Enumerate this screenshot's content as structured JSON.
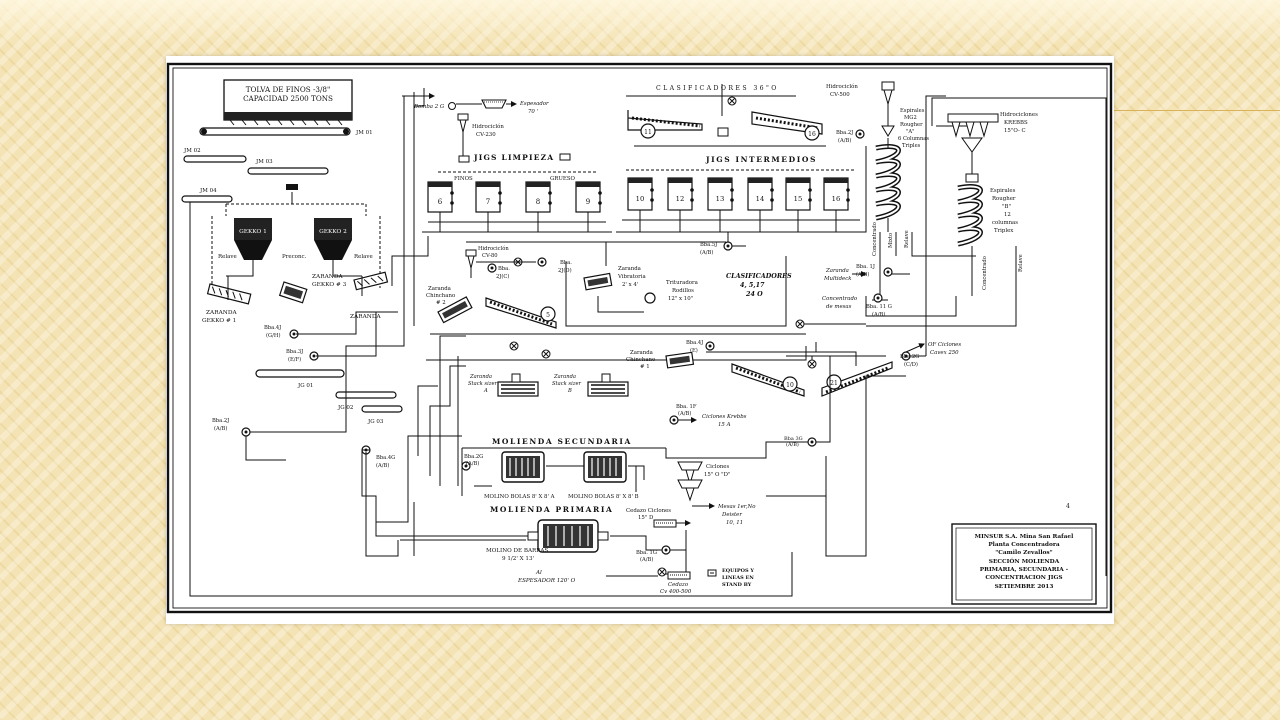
{
  "colors": {
    "background": "#f4e3b4",
    "ink": "#111111",
    "paper": "#ffffff"
  },
  "flowsheet": {
    "hopper": {
      "line1": "TOLVA DE FINOS -3/8\"",
      "line2": "CAPACIDAD 2500 TONS"
    },
    "conveyors": {
      "jm01": "JM 01",
      "jm02": "JM 02",
      "jm03": "JM 03",
      "jm04": "JM 04",
      "jg01": "JG 01",
      "jg02": "JG 02",
      "jg03": "JG 03"
    },
    "gekko": {
      "unit1": "GEKKO 1",
      "unit2": "GEKKO 2",
      "relave_left": "Relave",
      "relave_right": "Relave",
      "preconc": "Preconc.",
      "zaranda1_line1": "ZARANDA",
      "zaranda1_line2": "GEKKO # 1",
      "zaranda3_line1": "ZARANDA",
      "zaranda3_line2": "GEKKO # 3",
      "zaranda_bottom": "ZARANDA"
    },
    "pumps": {
      "bomba2g": "Bomba 2 G",
      "bba4j": "Bba.4J",
      "bba4j_sub": "(G/H)",
      "bba3j": "Bba.3J",
      "bba3j_sub": "(E/F)",
      "bba2j": "Bba.2J",
      "bba2j_sub": "(A/B)",
      "bba4g": "Bba.4G",
      "bba4g_sub": "(A/B)",
      "bba2g_mol": "Bba.2G",
      "bba2g_mol_sub": "(A/B)",
      "bba2j_c": "Bba.",
      "bba2j_c_sub": "2J(C)",
      "bba2j_d": "Bba.",
      "bba2j_d_sub": "2J(D)",
      "bba5j": "Bba.5J",
      "bba5j_sub": "(A/B)",
      "bba4j_e": "Bba.4J",
      "bba4j_e_sub": "(E)",
      "bba1f": "Bba. 1F",
      "bba1f_sub": "(A/B)",
      "bba3g": "Bba 3G",
      "bba3g_sub": "(A/B)",
      "bba1g": "Bba. 1G",
      "bba1g_sub": "(A/B)",
      "bba2g_cd": "Bba.2G",
      "bba2g_cd_sub": "(C/D)",
      "bba2j_ab": "Bba.2J",
      "bba2j_ab_sub": "(A/B)",
      "bba1j": "Bba. 1J",
      "bba1j_sub": "(A/B)",
      "bba11g": "Bba. 11 G",
      "bba11g_sub": "(A/B)"
    },
    "thickener": {
      "line1": "Espesador",
      "line2": "70 '"
    },
    "hydrocyclones": {
      "cv230_l1": "Hidrociclón",
      "cv230_l2": "CV-230",
      "cv500_l1": "Hidrociclón",
      "cv500_l2": "CV-500",
      "cv80_l1": "Hidrociclón",
      "cv80_l2": "CV-80"
    },
    "jigs_limpieza": {
      "title": "JIGS LIMPIEZA",
      "finos": "FINOS",
      "grueso": "GRUESO",
      "units": [
        "6",
        "7",
        "8",
        "9"
      ]
    },
    "jigs_intermedios": {
      "title": "JIGS INTERMEDIOS",
      "units": [
        "10",
        "12",
        "13",
        "14",
        "15",
        "16"
      ]
    },
    "clasificadores": {
      "title": "CLASIFICADORES 36\"O",
      "left": "11",
      "right": "16"
    },
    "clasificadores_label": {
      "line1": "CLASIFICADORES",
      "line2": "4, 5,17",
      "line3": "24 O"
    },
    "espirales_mg2": {
      "line1": "Espirales",
      "line2": "MG2",
      "line3": "Rougher",
      "line4": "\"A\"",
      "line5": "6 Columnas",
      "line6": "Triples"
    },
    "espirales_b": {
      "line1": "Espirales",
      "line2": "Rougher",
      "line3": "\"B\"",
      "line4": "12",
      "line5": "columnas",
      "line6": "Triplex"
    },
    "krebbs": {
      "line1": "Hidrociclones",
      "line2": "KREBBS",
      "line3": "15\"O- C"
    },
    "streams": {
      "concentrado": "Concentrado",
      "mixto": "Mixto",
      "relave": "Relave",
      "concentrado_r": "Concentrado",
      "relave_r": "Relave"
    },
    "mesa": {
      "zaranda_l1": "Zaranda",
      "zaranda_l2": "Multideck",
      "conc_l1": "Concentrado",
      "conc_l2": "de mesas"
    },
    "zarandas": {
      "chancadora2_l1": "Zaranda",
      "chancadora2_l2": "Chinchano",
      "chancadora2_l3": "# 2",
      "vibratoria_l1": "Zaranda",
      "vibratoria_l2": "Vibratoria",
      "vibratoria_l3": "2' x 4'",
      "chancadora1_l1": "Zaranda",
      "chancadora1_l2": "Chinchano",
      "chancadora1_l3": "# 1",
      "sizer_a_l1": "Zaranda",
      "sizer_a_l2": "Stack sizer",
      "sizer_a_l3": "A",
      "sizer_b_l1": "Zaranda",
      "sizer_b_l2": "Stack sizer",
      "sizer_b_l3": "B"
    },
    "trituradora": {
      "line1": "Trituradora",
      "line2": "Rodillos",
      "line3": "12\" x 10\""
    },
    "classifier_units": {
      "u5": "5",
      "u10": "10",
      "u21": "21"
    },
    "of_ciclones": {
      "line1": "OF Ciclones",
      "line2": "Cavex 250"
    },
    "ciclones_krebs": {
      "line1": "Ciclones Krebbs",
      "line2": "15 A"
    },
    "ciclones_d": {
      "line1": "Ciclones",
      "line2": "15\" O \"D\""
    },
    "mesas_deister": {
      "line1": "Mesas 1er,No",
      "line2": "Deister",
      "line3": "10, 11"
    },
    "molienda_secundaria": {
      "title": "MOLIENDA SECUNDARIA",
      "mill1": "MOLINO BOLAS 8' X 8' A",
      "mill2": "MOLINO BOLAS 8' X 8' B"
    },
    "molienda_primaria": {
      "title": "MOLIENDA PRIMARIA",
      "mill_l1": "MOLINO DE BARRAS",
      "mill_l2": "9 1/2' X 13'"
    },
    "cedazo_ciclones": {
      "line1": "Cedazo Ciclones",
      "line2": "15\" D"
    },
    "espesador_120": {
      "line1": "Al",
      "line2": "ESPESADOR 120' O"
    },
    "cedazo_cv": {
      "line1": "Cedazo",
      "line2": "Cv 400-500"
    },
    "legend": {
      "line1": "EQUIPOS Y",
      "line2": "LINEAS EN",
      "line3": "STAND BY"
    },
    "page_mark": "4",
    "title_block": {
      "line1": "MINSUR S.A. Mina San Rafael",
      "line2": "Planta Concentradora",
      "line3": "\"Camilo Zevallos\"",
      "line4": "SECCIÓN MOLIENDA",
      "line5": "PRIMARIA, SECUNDARIA -",
      "line6": "CONCENTRACION JIGS",
      "line7": "SETIEMBRE 2013"
    }
  }
}
